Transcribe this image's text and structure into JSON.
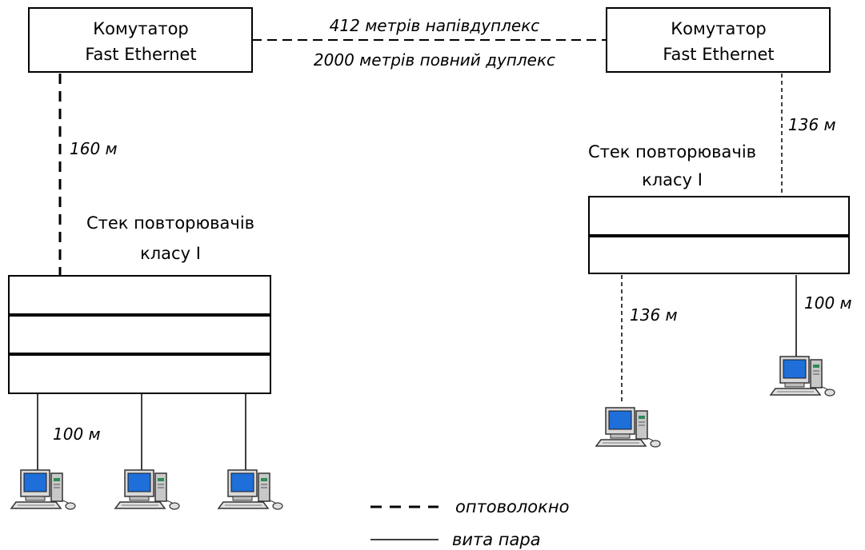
{
  "switch_left": {
    "line1": "Комутатор",
    "line2": "Fast Ethernet"
  },
  "switch_right": {
    "line1": "Комутатор",
    "line2": "Fast Ethernet"
  },
  "link_top": {
    "half_duplex": "412 метрів напівдуплекс",
    "full_duplex": "2000 метрів повний дуплекс"
  },
  "stack_left": {
    "line1": "Стек повторювачів",
    "line2": "класу I",
    "layers": 3
  },
  "stack_right": {
    "line1": "Стек повторювачів",
    "line2": "класу I",
    "layers": 2
  },
  "distances": {
    "left_fiber": "160 м",
    "right_fiber": "136 м",
    "left_twisted": "100 м",
    "right_dashed": "136 м",
    "right_twisted": "100 м"
  },
  "legend": {
    "fiber": "оптоволокно",
    "twisted_pair": "вита пара"
  },
  "icons": {
    "computer": "desktop-computer-icon"
  },
  "colors": {
    "screen": "#1e6fd9",
    "line": "#000000"
  }
}
